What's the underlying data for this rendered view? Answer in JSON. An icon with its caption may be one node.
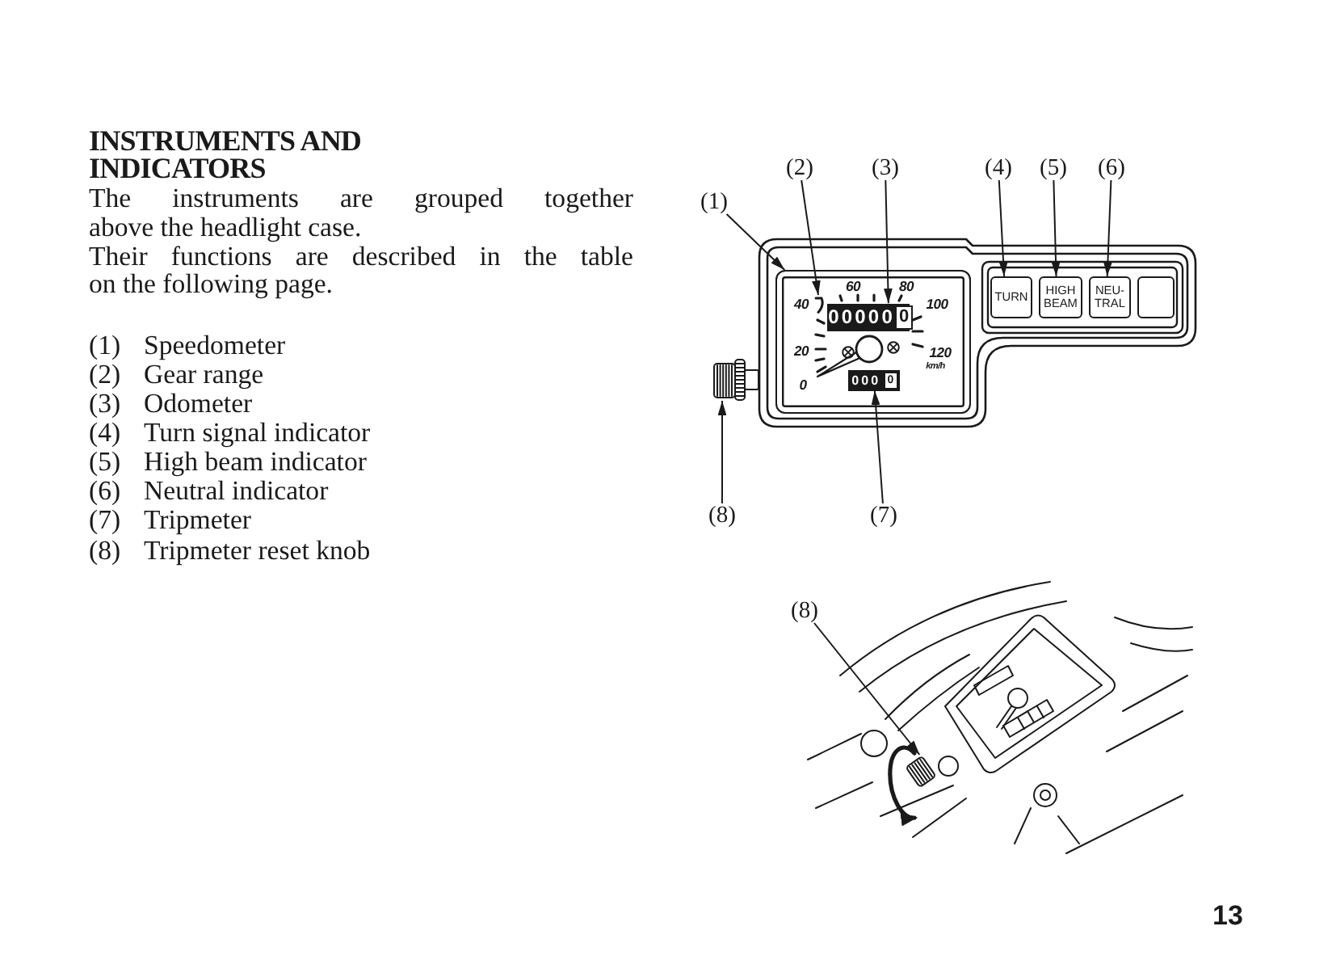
{
  "diagram": {
    "title": "INSTRUMENTS AND INDICATORS",
    "nodes": [
      {
        "text": [
          "(2)"
        ]
      },
      {
        "text": [
          "(3)"
        ]
      },
      {
        "text": [
          "(4)"
        ]
      },
      {
        "text": [
          "(5)"
        ]
      },
      {
        "text": [
          "(6)"
        ]
      },
      {
        "text": [
          "(1)"
        ]
      },
      {
        "text": [],
        "shape": "box"
      },
      {
        "text": [],
        "shape": "picture",
        "in": 6
      },
      {
        "text": [
          "00000",
          "0"
        ],
        "in": 6
      },
      {
        "text": [
          "000",
          "0"
        ],
        "in": 6
      },
      {
        "text": [
          "TURN"
        ]
      },
      {
        "text": [
          "HIGH BEAM"
        ]
      },
      {
        "text": [
          "NEU- TRAL"
        ]
      },
      {
        "text": [],
        "shape": "box"
      },
      {
        "text": [],
        "shape": "picture"
      },
      {
        "text": [
          "(8)"
        ]
      },
      {
        "text": [
          "(7)"
        ]
      },
      {
        "text": [
          "(8)"
        ]
      },
      {
        "text": [],
        "shape": "picture"
      }
    ],
    "edges": [
      {
        "from": 5,
        "to": 6,
        "arrow": "to"
      },
      {
        "from": 0,
        "to": 7,
        "arrow": "to"
      },
      {
        "from": 1,
        "to": 8,
        "arrow": "to"
      },
      {
        "from": 2,
        "to": 10,
        "arrow": "to"
      },
      {
        "from": 3,
        "to": 11,
        "arrow": "to"
      },
      {
        "from": 4,
        "to": 12,
        "arrow": "to"
      },
      {
        "from": 15,
        "to": 14,
        "arrow": "to"
      },
      {
        "from": 16,
        "to": 9,
        "arrow": "to"
      },
      {
        "from": 17,
        "to": 18,
        "arrow": "to"
      }
    ],
    "labels": [
      "The instruments are grouped together above the headlight case.",
      "Their functions are described in the table on the following page.",
      "(1) Speedometer",
      "(2) Gear range",
      "(3) Odometer",
      "(4) Turn signal indicator",
      "(5) High beam indicator",
      "(6) Neutral indicator",
      "(7) Tripmeter",
      "(8) Tripmeter reset knob",
      "60",
      "80",
      "40",
      "100",
      "20",
      "120",
      "km/h",
      "0",
      "13"
    ]
  }
}
